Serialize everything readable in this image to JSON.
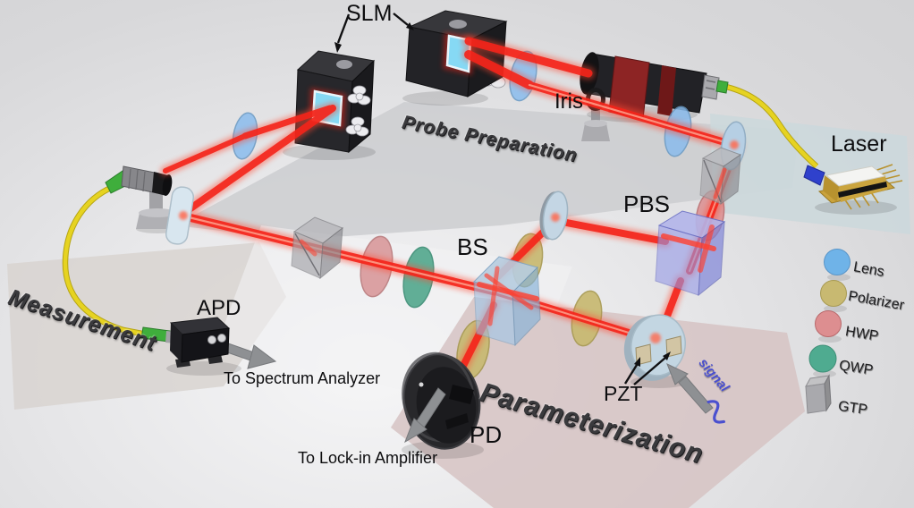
{
  "labels": {
    "slm": "SLM",
    "iris": "Iris",
    "laser": "Laser",
    "pbs": "PBS",
    "bs": "BS",
    "apd": "APD",
    "pd": "PD",
    "pzt": "PZT",
    "signal": "signal",
    "to_spectrum_analyzer": "To Spectrum Analyzer",
    "to_lockin_amplifier": "To Lock-in Amplifier"
  },
  "sections": {
    "probe_preparation": "Probe Preparation",
    "measurement": "Measurement",
    "parameterization": "Parameterization"
  },
  "legend": {
    "items": [
      {
        "label": "Lens",
        "color": "#6fb3e8",
        "shape": "disc"
      },
      {
        "label": "Polarizer",
        "color": "#c8b971",
        "shape": "disc"
      },
      {
        "label": "HWP",
        "color": "#dd8e90",
        "shape": "disc"
      },
      {
        "label": "QWP",
        "color": "#4fab90",
        "shape": "disc"
      },
      {
        "label": "GTP",
        "color": "#a9a9ad",
        "shape": "cube"
      }
    ]
  },
  "colors": {
    "beam": "#f5241a",
    "beam_halo": "#ff4a30",
    "fiber": "#e6d321",
    "fiber_connector_green": "#3fae3c",
    "bs_glass": "#9cc6ea",
    "pbs_glass": "#9599e6",
    "mirror": "#c3d6e2",
    "screen": "#86d9f4",
    "signal_text": "#4a50cf",
    "arrow_gray": "#8e9093",
    "platform_probe": "#caccce",
    "platform_laser": "#ccd8dc",
    "platform_measurement": "#d8d4d0",
    "platform_parameterization": "#d6c3c3"
  }
}
